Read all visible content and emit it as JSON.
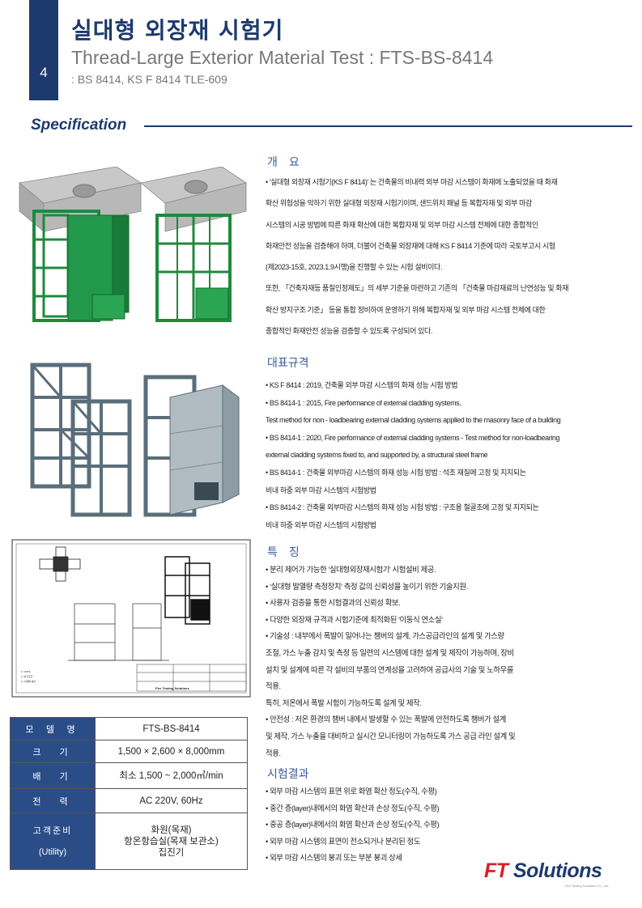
{
  "header": {
    "page_number": "4",
    "title_ko": "실대형 외장재 시험기",
    "title_en": "Thread-Large Exterior Material Test : FTS-BS-8414",
    "standards": ": BS 8414, KS F 8414 TLE-609"
  },
  "spec_heading": "Specification",
  "overview": {
    "title": "개　요",
    "lines": [
      "• '실대형 외장재 시험기(KS F 8414)' 는 건축물의 비내력 외부 마감 시스템이 화재에 노출되었을 때 화재",
      "확산 위험성을 악하기 위한 실대형 외장재 시험기이며, 샌드위치 패널 등 복합자재 및 외부 마감",
      "시스템의 시공 방법에 따른 화재 확산에 대한 복합자재 및 외부 마감 시스템 전체에 대한 종합적인",
      "화재안전 성능을 검증해야 하며, 더불어 건축물 외장재에 대해 KS F 8414 기준에 따라 국토부고시 시험",
      "(제2023-15호, 2023.1.9시행)을 진행할 수 있는 시험 설비이다.",
      "또한, 「건축자재등 품질인정제도」의 세부 기준을 마련하고 기존의 「건축물 마감재료의 난연성능 및 화재",
      "확산 방지구조 기준」 등을 통합 정비하여 운영하기 위해 복합자재 및 외부 마감 시스템 전체에 대한",
      "종합적인 화재안전 성능을 검증할 수 있도록 구성되어 있다."
    ]
  },
  "standards_section": {
    "title": "대표규격",
    "lines": [
      "• KS F 8414 : 2019, 건축물 외부 마감 시스템의 화재 성능 시험 방법",
      "• BS 8414-1 : 2015, Fire performance of external cladding systems.",
      "Test method for non - loadbearing external cladding systems applied to the masonry face of a building",
      "• BS 8414-1 : 2020, Fire performance of external cladding systems - Test method for non-loadbearing",
      "external cladding systems fixed to, and supported by, a structural steel frame",
      "• BS 8414-1 : 건축물 외부마감 시스템의 화재 성능 시험 방법 : 석조 재질에 고정 및 지지되는",
      "비내 하중 외부 마감 시스템의 시험방법",
      "• BS 8414-2 : 건축물 외부마감 시스템의 화재 성능 시험 방법 : 구조용 철골조에 고정 및 지지되는",
      "비내 하중 외부 마감 시스템의 시험방법"
    ]
  },
  "features": {
    "title": "특　징",
    "lines": [
      "• 분리 제어가 가능한 '실대형외장재시험기' 시험설비 제공.",
      "• '실대형 발열량 측정장치' 측정 값의 신뢰성을 높이기 위한 기술지원.",
      "• 사용자 검증을 통한 시험결과의 신뢰성 확보.",
      "• 다양한 외장재 규격과 시험기준에 최적화된 '이동식 연소실'",
      "• 기술성 : 내부에서 폭발이 일어나는 챔버의 설계, 가스공급라인의 설계 및 가스량",
      "조절, 가스 누출 감지 및 측정 등 일련의 시스템에 대한 설계 및 제작이 가능하며, 장비",
      "설치 및 설계에 따른 각 설비의 부품의 연계성을 고려하여 공급사의 기술 및 노하우를",
      "적용.",
      "특히, 저온에서 폭발 시험이 가능하도록 설계 및 제작.",
      "• 안전성 : 저온 환경의 챔버 내에서 발생할 수 있는 폭발에 안전하도록 챔버가 설계",
      "및 제작, 가스 누출을 대비하고 실시간 모니터링이 가능하도록 가스 공급 라인 설계 및",
      "적용."
    ]
  },
  "results": {
    "title": "시험결과",
    "lines": [
      "• 외부 마감 시스템의 표면 위로 화염 확산 정도(수직, 수평)",
      "• 중간 층(layer)내에서의 화염 확산과 손상 정도(수직, 수평)",
      "• 중공 층(layer)내에서의 화염 확산과 손상 정도(수직, 수평)",
      "• 외부 마감 시스템의 표면이 전소되거나 분리된 정도",
      "• 외부 마감 시스템의 붕괴 또는 부분 붕괴 상세"
    ]
  },
  "spec_table": {
    "rows": [
      {
        "label": "모 델 명",
        "value": "FTS-BS-8414"
      },
      {
        "label": "크　기",
        "value": "1,500 × 2,600 × 8,000mm"
      },
      {
        "label": "배　기",
        "value": "최소 1,500 ~ 2,000㎥/min"
      },
      {
        "label": "전　력",
        "value": "AC 220V, 60Hz"
      }
    ],
    "utility": {
      "label": "고객준비",
      "label_sub": "(Utility)",
      "values": [
        "화원(목재)",
        "항온항습실(목재 보관소)",
        "집진기"
      ]
    }
  },
  "drawing": {
    "company": "Fire Testing Solutions",
    "notes": [
      "1. NOTE",
      "2. 외기조건 ...",
      "3. 시험체 설치 ..."
    ]
  },
  "logo": {
    "ft": "FT",
    "solutions": " Solutions",
    "tagline": "Fire Testing Solutions Co., Ltd."
  },
  "colors": {
    "navy": "#1d3a6e",
    "section_blue": "#3b5b9a",
    "frame_green": "#1f8a3c",
    "table_label_bg": "#2a4d87",
    "logo_red": "#d4202a"
  }
}
